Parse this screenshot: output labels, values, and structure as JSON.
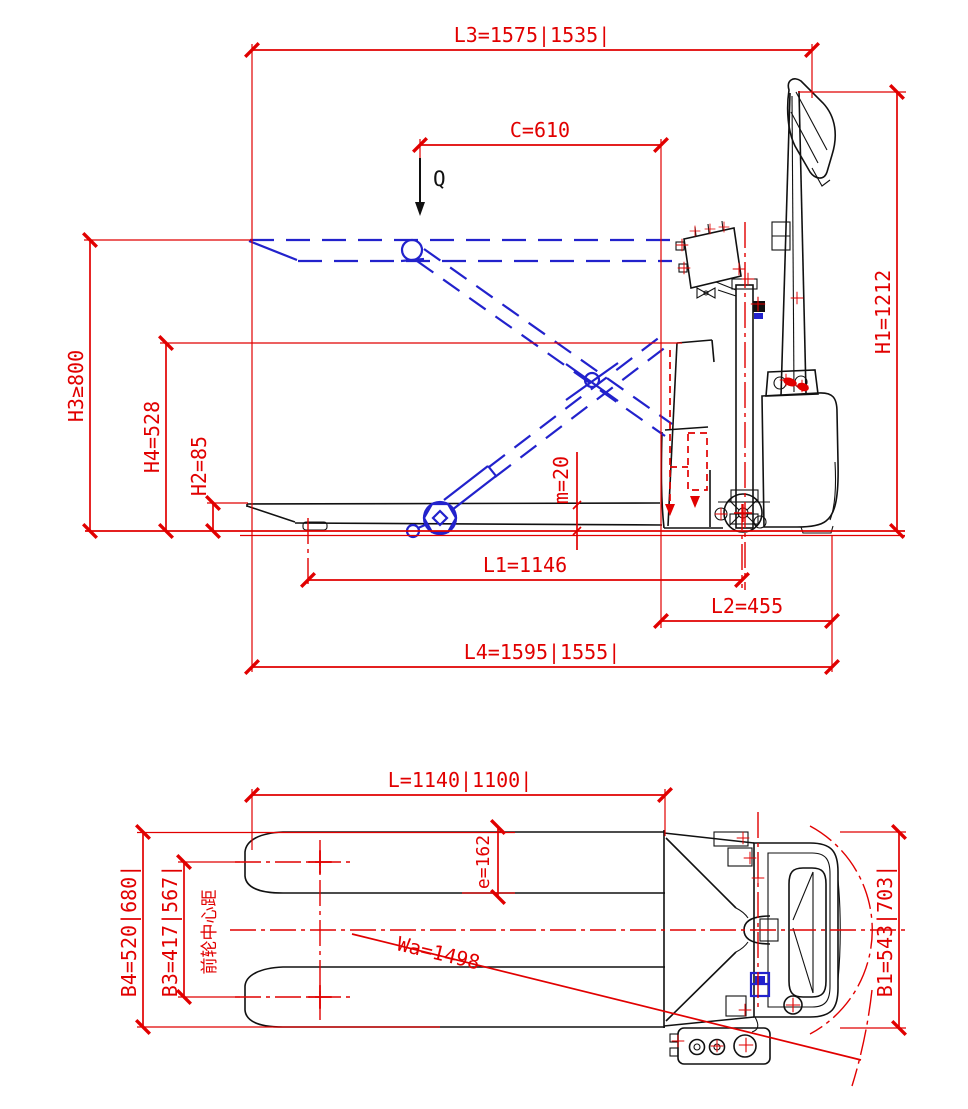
{
  "document": {
    "title": "Electric scissor-lift pallet truck dimensional drawing",
    "type": "engineering-drawing"
  },
  "colors": {
    "dimension_red": "#e10000",
    "raised_position_blue": "#2222cc",
    "outline_black": "#111111",
    "background": "#ffffff"
  },
  "side_view": {
    "name": "side-elevation",
    "dims": {
      "L3": "L3=1575|1535|",
      "C": "C=610",
      "load_arrow": "Q",
      "H1": "H1=1212",
      "H3": "H3≥800",
      "H4": "H4=528",
      "H2": "H2=85",
      "m": "m=20",
      "L1": "L1=1146",
      "L2": "L2=455",
      "L4": "L4=1595|1555|"
    }
  },
  "plan_view": {
    "name": "plan-view",
    "dims": {
      "L": "L=1140|1100|",
      "e": "e=162",
      "Wa": "Wa=1498",
      "B4": "B4=520|680|",
      "B3": "B3=417|567|",
      "B1": "B1=543|703|",
      "front_wheel_center_label": "前轮中心距"
    }
  }
}
